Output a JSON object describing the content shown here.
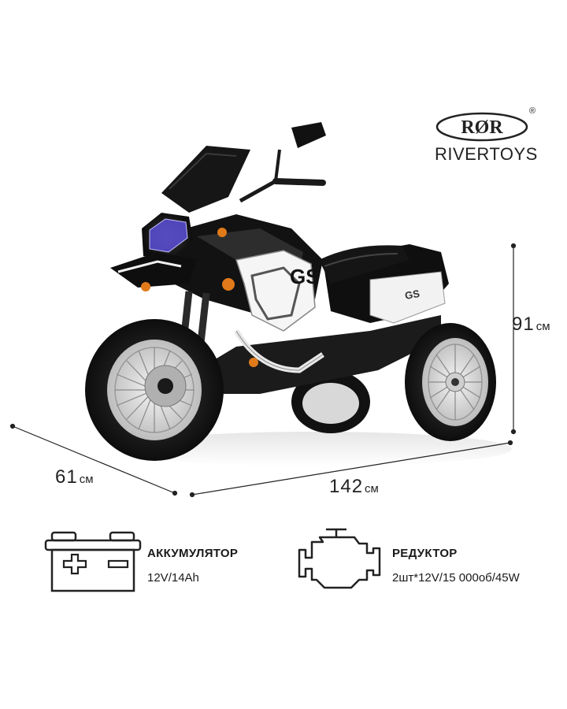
{
  "brand": {
    "badge_text": "RØR",
    "name": "RIVERTOYS",
    "registered_mark": "®"
  },
  "dimensions": {
    "height": {
      "value": "91",
      "unit": "см"
    },
    "depth": {
      "value": "61",
      "unit": "см"
    },
    "length": {
      "value": "142",
      "unit": "см"
    }
  },
  "specs": {
    "battery": {
      "title": "АККУМУЛЯТОР",
      "value": "12V/14Ah",
      "icon": "battery-icon"
    },
    "motor": {
      "title": "РЕДУКТОР",
      "value": "2шт*12V/15 000об/45W",
      "icon": "engine-icon"
    }
  },
  "colors": {
    "line": "#222222",
    "accent_orange": "#e07a1a",
    "headlight_blue": "#5a4fd6"
  }
}
